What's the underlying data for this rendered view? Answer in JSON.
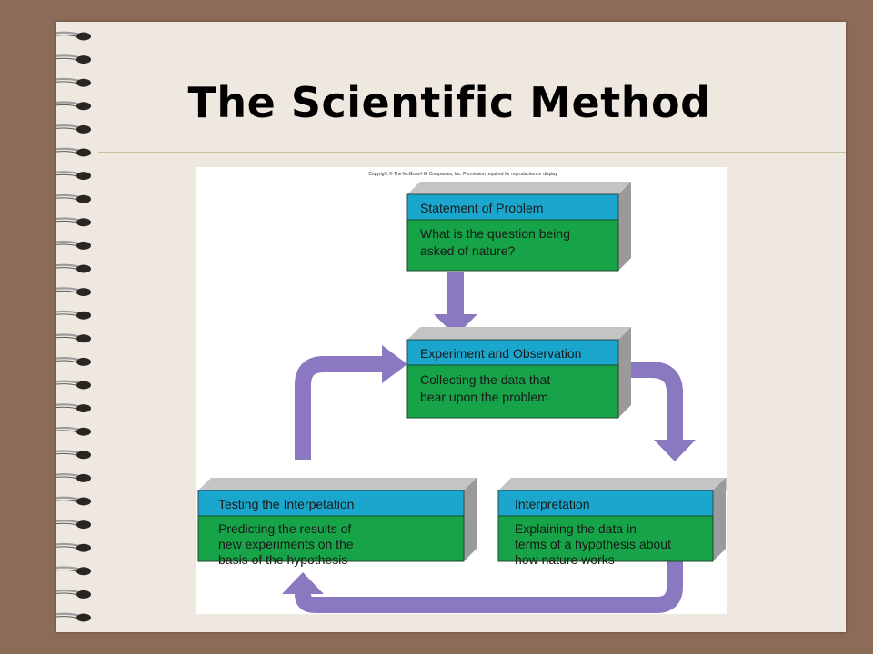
{
  "slide": {
    "title": "The Scientific Method"
  },
  "figure": {
    "copyright": "Copyright © The McGraw-Hill Companies, Inc. Permission required for reproduction or display",
    "boxes": [
      {
        "id": "problem",
        "heading": "Statement of Problem",
        "lines": [
          "What is the question being",
          "asked of nature?"
        ]
      },
      {
        "id": "experiment",
        "heading": "Experiment and Observation",
        "lines": [
          "Collecting the data that",
          "bear upon the problem"
        ]
      },
      {
        "id": "testing",
        "heading": "Testing the Interpetation",
        "lines": [
          "Predicting the results of",
          "new experiments on the",
          "basis of the hypothesis"
        ]
      },
      {
        "id": "interpretation",
        "heading": "Interpretation",
        "lines": [
          "Explaining the data in",
          "terms of a hypothesis about",
          "how nature works"
        ]
      }
    ]
  },
  "colors": {
    "background": "#8c6b58",
    "slide": "#eee8e0",
    "header_blue": "#1aa6cd",
    "body_green": "#17a347",
    "box_side": "#9a9a9a",
    "box_top": "#c4c4c4",
    "arrow_purple": "#8a78c0"
  }
}
